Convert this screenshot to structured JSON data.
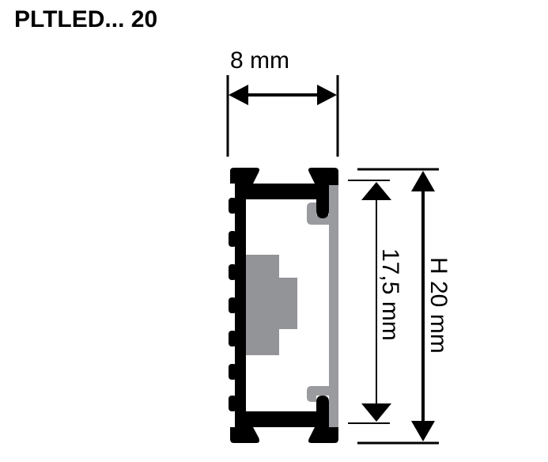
{
  "title": "PLTLED... 20",
  "dimensions": {
    "width": {
      "label": "8 mm",
      "value_mm": 8
    },
    "inner_height": {
      "label": "17,5 mm",
      "value_mm": 17.5
    },
    "total_height": {
      "label": "H 20 mm",
      "value_mm": 20
    }
  },
  "colors": {
    "profile": "#000000",
    "diffuser": "#9a9b9f",
    "led_strip": "#939498",
    "background": "#ffffff"
  },
  "parts": {
    "profile": "aluminium-profile-cross-section",
    "diffuser": "diffuser-cover",
    "led": "led-strip"
  }
}
